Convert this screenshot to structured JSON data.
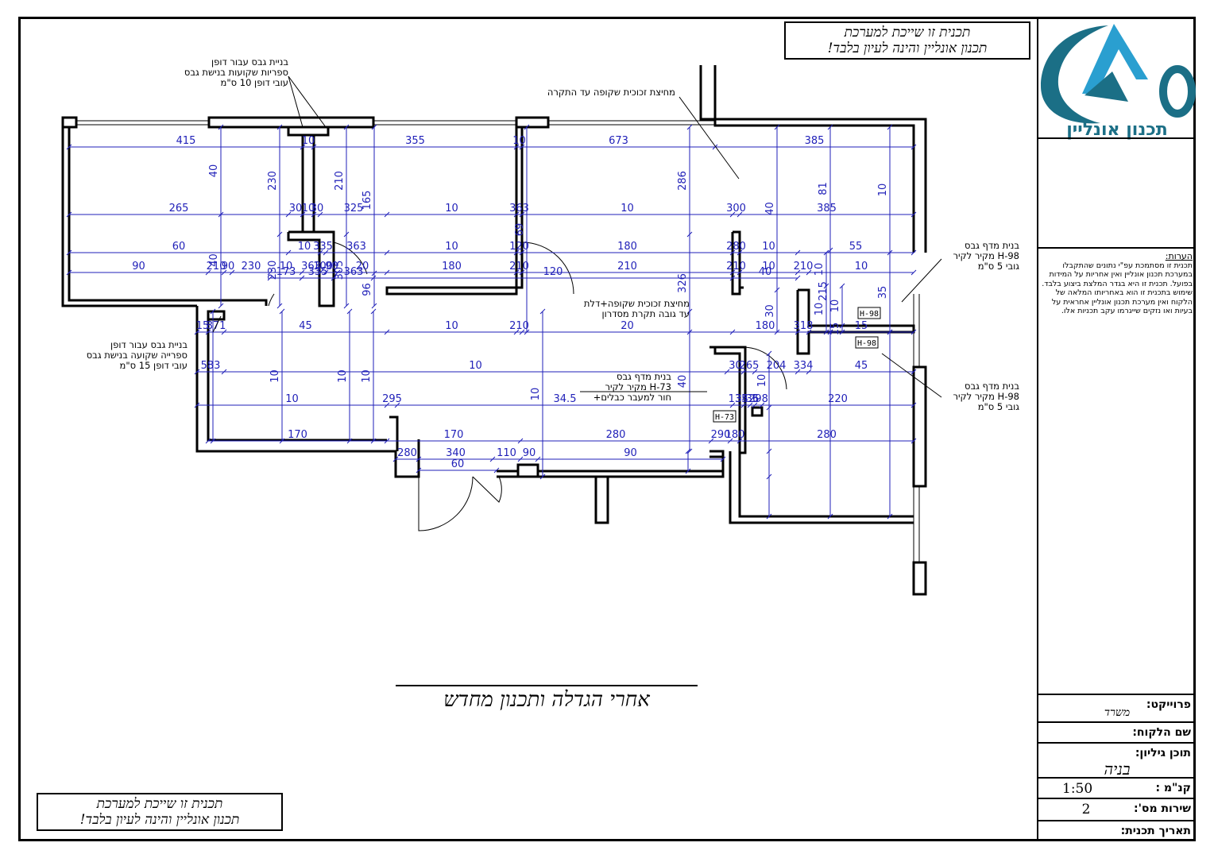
{
  "notice": {
    "line1": "תכנית זו שייכת למערכת",
    "line2": "תכנון אונליין והינה לעיון בלבד!"
  },
  "logo": {
    "text": "תכנון אונליין",
    "colors": [
      "#1b6f86",
      "#2a9fd0"
    ]
  },
  "title_block": {
    "notes_title": "הערות:",
    "notes_body": "תכנית זו מסתמכת עפ\"י נתונים שהתקבלו במערכת תכנון אונליין ואין אחריות על המידות בפועל. תכנית זו היא בגדר המלצת ביצוע בלבד. שימוש בתכנית זו הוא באחריותו המלאה של הלקוח ואין מערכת תכנון אונליין אחראית על בעיות ואו נזקים שייגרמו עקב תכניות אלו.",
    "project_label": "פרוייקט:",
    "project_value": "משרד",
    "client_label": "שם הלקוח:",
    "content_label": "תוכן גיליון:",
    "content_value": "בניה",
    "scale_label": "קנ\"מ :",
    "scale_value": "1:50",
    "revision_label": "שירות מס':",
    "revision_value": "2",
    "date_label": "תאריך תכנית:"
  },
  "plan_title": "אחרי הגדלה ותכנון מחדש",
  "annotations": [
    {
      "id": "a1",
      "lines": [
        "בניית גבס עבור דופן",
        "ספריות שקועות בנישת גבס",
        "עובי דופן 10 ס\"מ"
      ]
    },
    {
      "id": "a2",
      "lines": [
        "מחיצת זכוכית שקופה עד התקרה"
      ]
    },
    {
      "id": "a3",
      "lines": [
        "בנית מדף גבס",
        "מקיר לקיר H-98",
        "גובי 5 ס\"מ"
      ]
    },
    {
      "id": "a4",
      "lines": [
        "בניית גבס עבור דופן",
        "ספרייה שקועה בנישת גבס",
        "עובי דופן 15 ס\"מ"
      ]
    },
    {
      "id": "a5",
      "lines": [
        "מחיצת זכוכית שקופה+דלת",
        "עד גובה תקרת מסדרון"
      ]
    },
    {
      "id": "a6",
      "lines": [
        "בנית מדף גבס",
        "מקיר לקיר H-73",
        "+חור למעבר כבלים"
      ]
    },
    {
      "id": "a7",
      "lines": [
        "בנית מדף גבס",
        "מקיר לקיר H-98",
        "גובי 5 ס\"מ"
      ]
    }
  ],
  "tags": [
    "H-98",
    "H-98",
    "H-73"
  ],
  "dimensions": [
    "415",
    "10",
    "355",
    "10",
    "673",
    "385",
    "265",
    "30",
    "10",
    "30",
    "325",
    "10",
    "363",
    "10",
    "300",
    "385",
    "60",
    "10",
    "335",
    "363",
    "10",
    "120",
    "180",
    "280",
    "10",
    "55",
    "90",
    "210",
    "90",
    "230",
    "10",
    "363",
    "100",
    "90",
    "20",
    "180",
    "210",
    "210",
    "210",
    "10",
    "210",
    "10",
    "173",
    "335",
    "363",
    "120",
    "40",
    "15",
    "871",
    "45",
    "10",
    "210",
    "20",
    "180",
    "318",
    "15",
    "583",
    "10",
    "30",
    "265",
    "204",
    "334",
    "45",
    "10",
    "295",
    "34.5",
    "135",
    "34.5",
    "36",
    "298",
    "220",
    "170",
    "170",
    "280",
    "290",
    "180",
    "280",
    "280",
    "340",
    "110",
    "90",
    "90",
    "60",
    "40",
    "40",
    "230",
    "230",
    "210",
    "305",
    "165",
    "96",
    "69",
    "286",
    "326",
    "40",
    "30",
    "81",
    "215",
    "10",
    "35",
    "10",
    "10",
    "10",
    "15",
    "10",
    "10",
    "10",
    "10",
    "40",
    "10"
  ]
}
